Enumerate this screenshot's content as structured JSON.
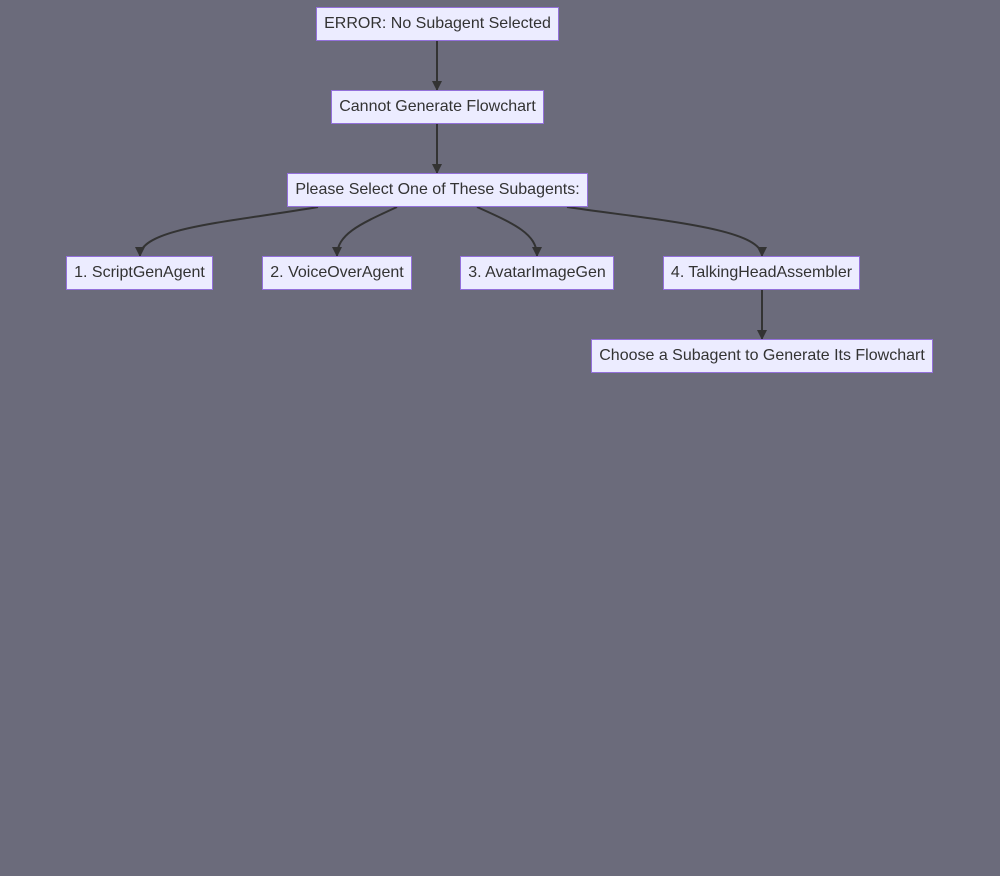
{
  "flowchart": {
    "nodes": {
      "error": "ERROR: No Subagent Selected",
      "cannot_generate": "Cannot Generate Flowchart",
      "please_select": "Please Select One of These Subagents:",
      "agent_1": "1. ScriptGenAgent",
      "agent_2": "2. VoiceOverAgent",
      "agent_3": "3. AvatarImageGen",
      "agent_4": "4. TalkingHeadAssembler",
      "choose": "Choose a Subagent to Generate Its Flowchart"
    },
    "edges": [
      [
        "error",
        "cannot_generate"
      ],
      [
        "cannot_generate",
        "please_select"
      ],
      [
        "please_select",
        "agent_1"
      ],
      [
        "please_select",
        "agent_2"
      ],
      [
        "please_select",
        "agent_3"
      ],
      [
        "please_select",
        "agent_4"
      ],
      [
        "agent_4",
        "choose"
      ]
    ],
    "colors": {
      "background": "#6b6b7b",
      "node_fill": "#ececff",
      "node_border": "#9370db",
      "edge": "#333333",
      "text": "#333333"
    }
  }
}
